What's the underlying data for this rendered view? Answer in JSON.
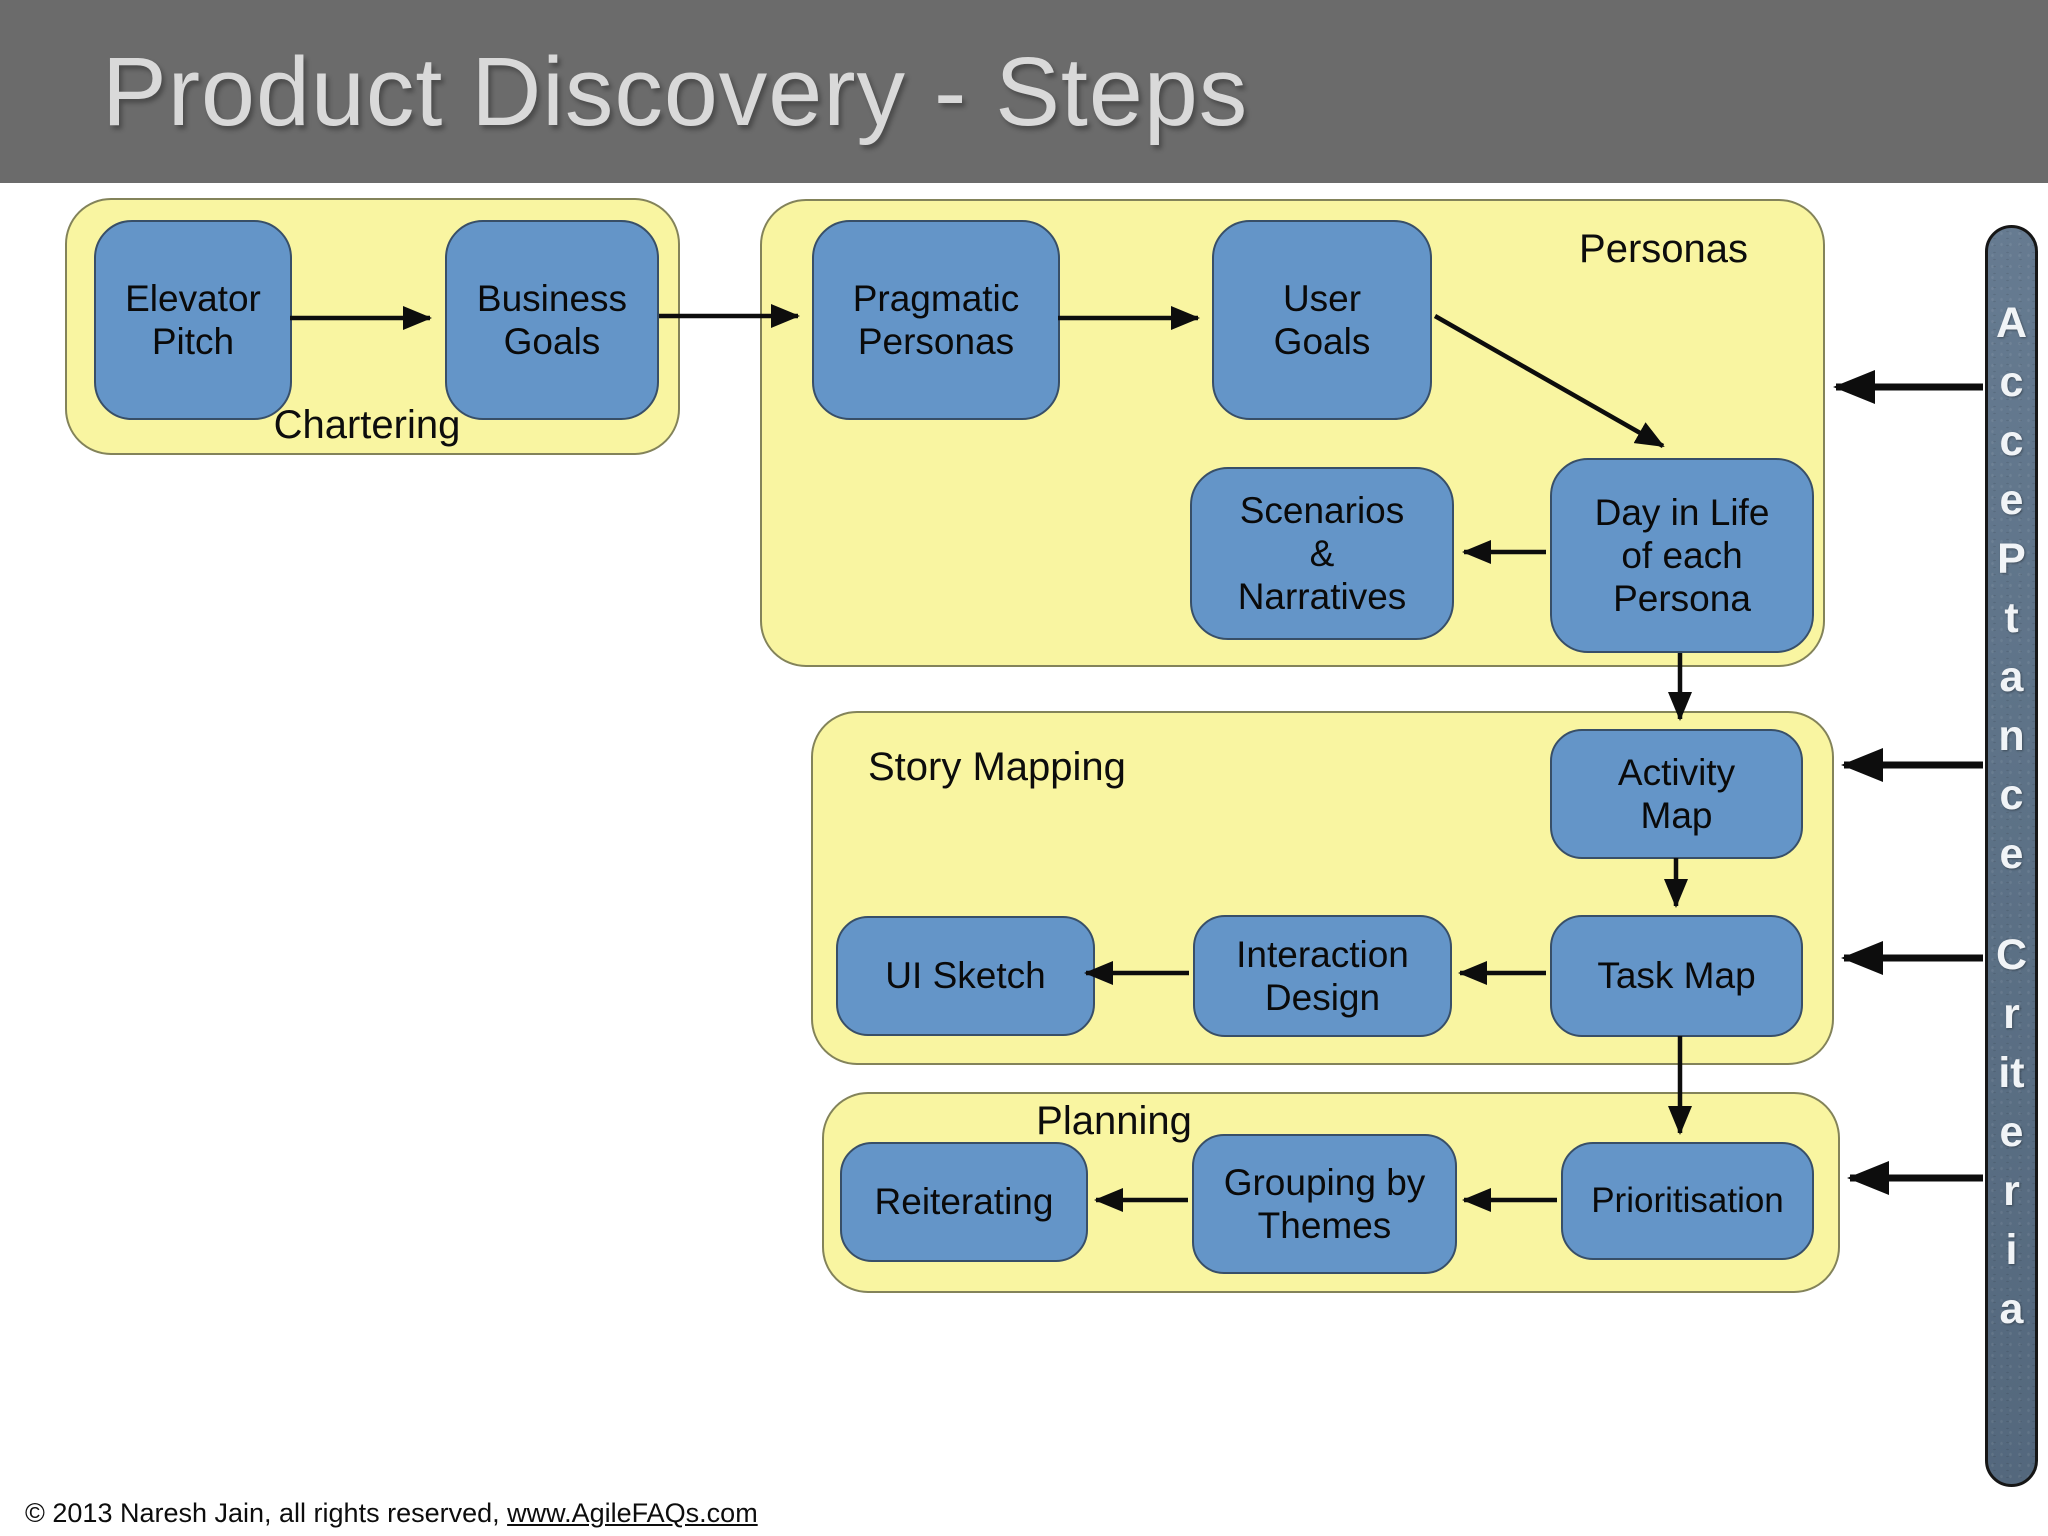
{
  "header": {
    "title": "Product Discovery - Steps"
  },
  "groups": {
    "chartering": {
      "label": "Chartering"
    },
    "personas": {
      "label": "Personas"
    },
    "story_mapping": {
      "label": "Story Mapping"
    },
    "planning": {
      "label": "Planning"
    }
  },
  "nodes": {
    "elevator_pitch": {
      "label": "Elevator\nPitch"
    },
    "business_goals": {
      "label": "Business\nGoals"
    },
    "pragmatic_personas": {
      "label": "Pragmatic\nPersonas"
    },
    "user_goals": {
      "label": "User\nGoals"
    },
    "scenarios_narratives": {
      "label": "Scenarios\n&\nNarratives"
    },
    "day_in_life": {
      "label": "Day in Life\nof each\nPersona"
    },
    "activity_map": {
      "label": "Activity\nMap"
    },
    "ui_sketch": {
      "label": "UI Sketch"
    },
    "interaction_design": {
      "label": "Interaction\nDesign"
    },
    "task_map": {
      "label": "Task Map"
    },
    "reiterating": {
      "label": "Reiterating"
    },
    "grouping_by_themes": {
      "label": "Grouping by\nThemes"
    },
    "prioritisation": {
      "label": "Prioritisation"
    }
  },
  "sidebar": {
    "label": "Acceptance Criteria",
    "letters": [
      "A",
      "c",
      "c",
      "e",
      "P",
      "t",
      "a",
      "n",
      "c",
      "e",
      "C",
      "r",
      "it",
      "e",
      "r",
      "i",
      "a"
    ]
  },
  "footer": {
    "copyright": "© 2013 Naresh Jain, all rights reserved, ",
    "link": "www.AgileFAQs.com"
  },
  "colors": {
    "header_bg": "#6b6b6b",
    "title_text": "#d9d9d9",
    "group_fill": "#f9f5a1",
    "node_fill": "#6495c8",
    "sidebar_fill": "#5d7287",
    "arrow": "#0d0d0d"
  }
}
